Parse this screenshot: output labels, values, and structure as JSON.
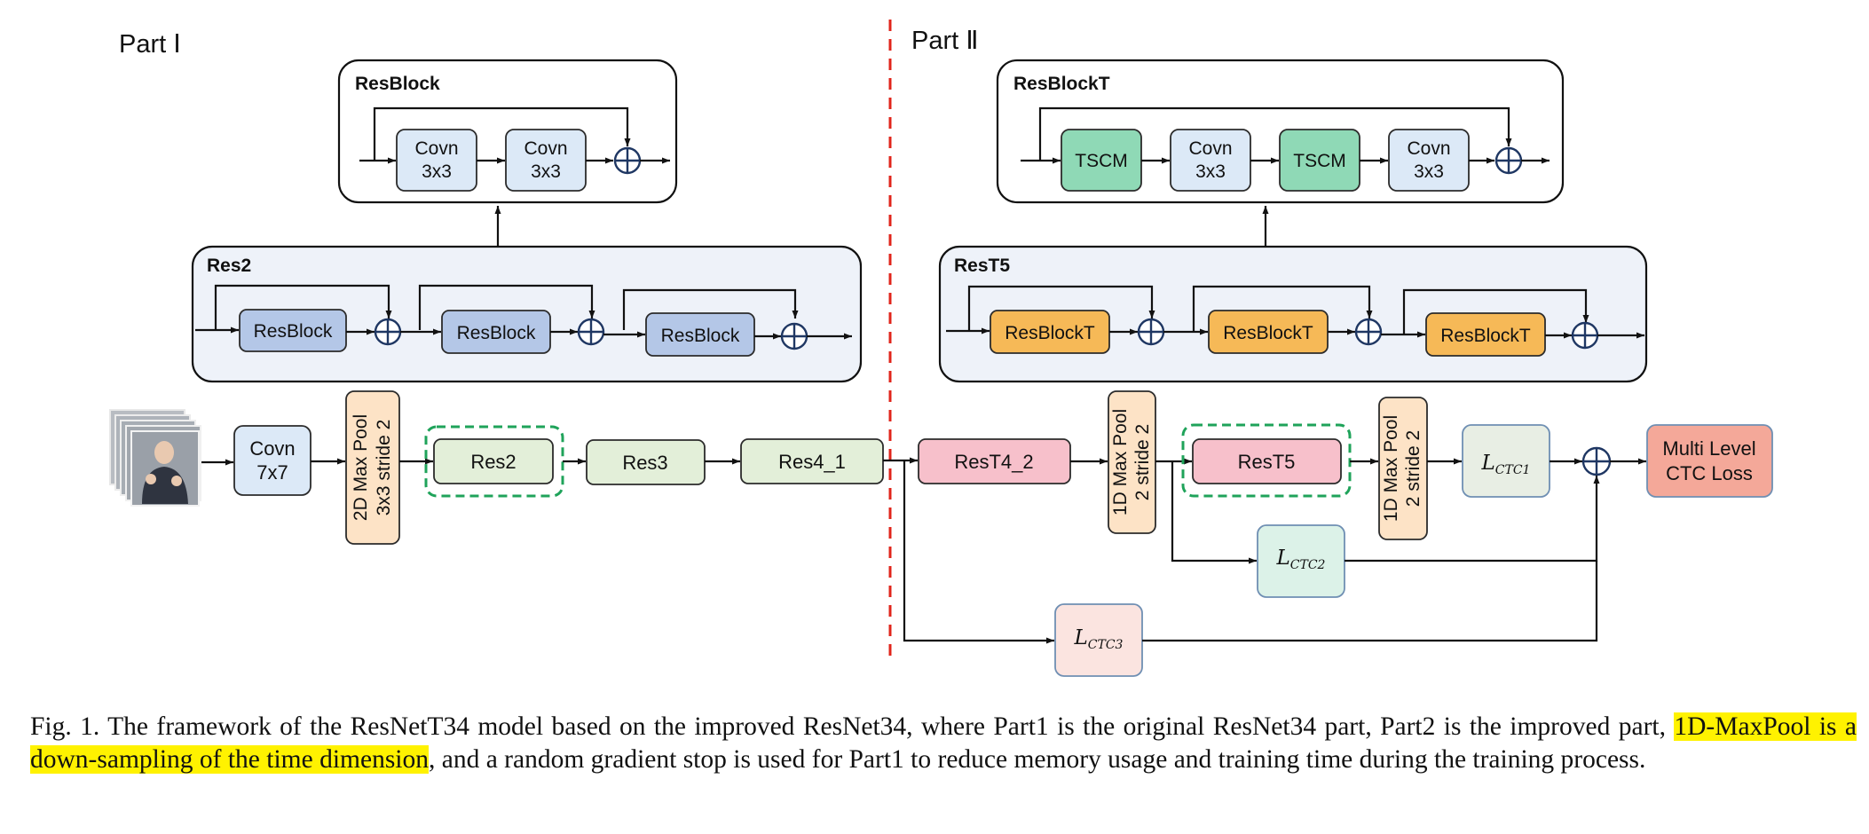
{
  "part1_label": "Part Ⅰ",
  "part2_label": "Part Ⅱ",
  "resblock": {
    "title": "ResBlock",
    "conv1": [
      "Covn",
      "3x3"
    ],
    "conv2": [
      "Covn",
      "3x3"
    ]
  },
  "resblockt": {
    "title": "ResBlockT",
    "tscm1": "TSCM",
    "conv1": [
      "Covn",
      "3x3"
    ],
    "tscm2": "TSCM",
    "conv2": [
      "Covn",
      "3x3"
    ]
  },
  "res2_panel": {
    "title": "Res2",
    "blocks": [
      "ResBlock",
      "ResBlock",
      "ResBlock"
    ]
  },
  "rest5_panel": {
    "title": "ResT5",
    "blocks": [
      "ResBlockT",
      "ResBlockT",
      "ResBlockT"
    ]
  },
  "pipeline": {
    "conv7": [
      "Covn",
      "7x7"
    ],
    "maxpool2d": [
      "2D Max Pool",
      "3x3 stride 2"
    ],
    "res2": "Res2",
    "res3": "Res3",
    "res4_1": "Res4_1",
    "rest4_2": "ResT4_2",
    "maxpool1d_a": [
      "1D Max Pool",
      "2 stride 2"
    ],
    "rest5": "ResT5",
    "maxpool1d_b": [
      "1D Max Pool",
      "2 stride 2"
    ],
    "ctc1": {
      "main": "L",
      "sub": "CTC1"
    },
    "ctc2": {
      "main": "L",
      "sub": "CTC2"
    },
    "ctc3": {
      "main": "L",
      "sub": "CTC3"
    },
    "loss": [
      "Multi Level",
      "CTC Loss"
    ]
  },
  "colors": {
    "conv": "#dce9f7",
    "resblock": "#b4c7e7",
    "resblockt": "#f6b957",
    "tscm": "#8fd9b6",
    "maxpool": "#fde3c6",
    "res": "#e3efd9",
    "rest": "#f7c0cb",
    "ctc1": "#e8eee4",
    "ctc2": "#dcf2e8",
    "ctc3": "#fbe4e0",
    "loss": "#f4a899",
    "panel": "#eef2f9",
    "dashed_green": "#1fa35a",
    "divider_red": "#e0251b"
  },
  "caption": {
    "lead": "Fig. 1.   The framework of the ResNetT34 model based on the improved ResNet34, where Part1 is the original ResNet34 part, Part2 is the improved part, ",
    "highlight": "1D-MaxPool is a down-sampling of the time dimension",
    "tail": ", and a random gradient stop is used for Part1 to reduce memory usage and training time during the training process."
  }
}
